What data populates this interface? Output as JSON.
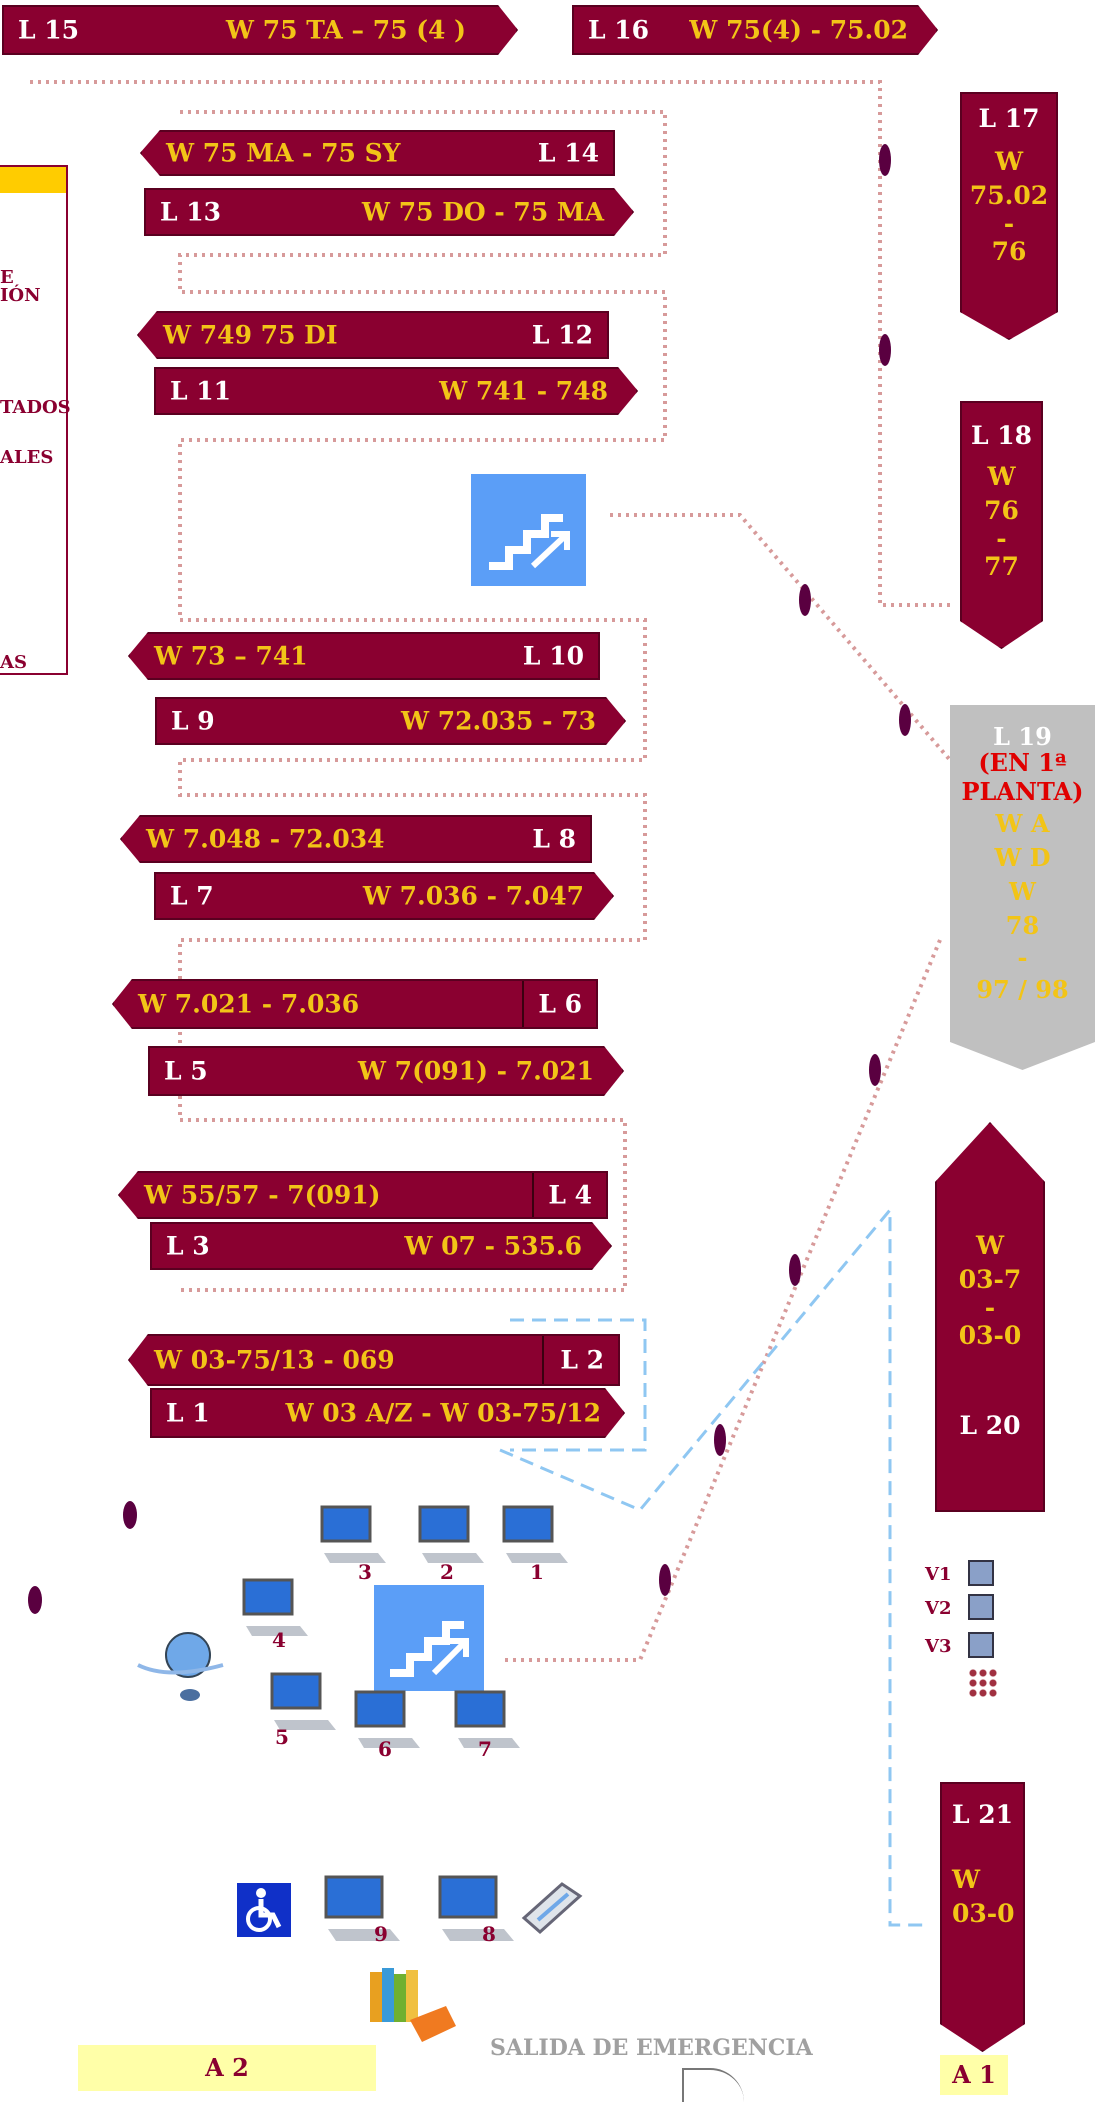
{
  "colors": {
    "shelf": "#8a0030",
    "text": "#f2c417",
    "label": "#ffffff",
    "path": "#d79a9a",
    "blue_path": "#8fc7f2",
    "stairs": "#5b9ef7"
  },
  "shelves": {
    "l15": {
      "l": "L 15",
      "w": "W  75 TA – 75 (4 )"
    },
    "l16": {
      "l": "L 16",
      "w": "W  75(4)  -  75.02"
    },
    "l14": {
      "l": "L 14",
      "w": "W  75 MA  -  75 SY"
    },
    "l13": {
      "l": "L 13",
      "w": "W  75 DO  -  75 MA"
    },
    "l12": {
      "l": "L 12",
      "w": "W  749  75 DI"
    },
    "l11": {
      "l": "L 11",
      "w": "W  741 -  748"
    },
    "l10": {
      "l": "L 10",
      "w": "W  73 – 741"
    },
    "l9": {
      "l": "L 9",
      "w": "W  72.035 -   73"
    },
    "l8": {
      "l": "L 8",
      "w": "W  7.048 - 72.034"
    },
    "l7": {
      "l": "L 7",
      "w": "W  7.036 -   7.047"
    },
    "l6": {
      "l": "L 6",
      "w": "W  7.021 - 7.036"
    },
    "l5": {
      "l": "L 5",
      "w": "W  7(091) -  7.021"
    },
    "l4": {
      "l": "L 4",
      "w": "W  55/57  -   7(091)"
    },
    "l3": {
      "l": "L 3",
      "w": "W  07 -  535.6"
    },
    "l2": {
      "l": "L 2",
      "w": "W  03-75/13  -  069"
    },
    "l1": {
      "l": "L 1",
      "w": "W  03 A/Z  -  W 03-75/12"
    }
  },
  "vertical_shelves": {
    "l17": {
      "l": "L 17",
      "lines": [
        "W",
        "75.02",
        "-",
        "76"
      ]
    },
    "l18": {
      "l": "L 18",
      "lines": [
        "W",
        "76",
        "-",
        "77"
      ]
    },
    "l19": {
      "l": "L  19",
      "note": [
        "(EN 1ª",
        "PLANTA)"
      ],
      "lines": [
        "W A",
        "W D",
        "W",
        "78",
        "-",
        "97 / 98"
      ]
    },
    "l20": {
      "l": "L 20",
      "lines": [
        "W",
        "03-7",
        "-",
        "03-0"
      ]
    },
    "l21": {
      "l": "L 21",
      "lines": [
        "W",
        "03-0"
      ]
    }
  },
  "legend_fragments": [
    "E",
    "IÓN",
    "TADOS",
    "ALES",
    "AS"
  ],
  "computers": [
    "3",
    "2",
    "1",
    "4",
    "5",
    "6",
    "7",
    "9",
    "8"
  ],
  "viewers": [
    "V1",
    "V2",
    "V3"
  ],
  "zones": {
    "a2": "A 2",
    "a1": "A 1"
  },
  "exit_label": "SALIDA DE EMERGENCIA",
  "icons": [
    "stairs-icon",
    "computer-icon",
    "globe-mouse-icon",
    "wheelchair-icon",
    "scanner-icon",
    "books-icon"
  ]
}
